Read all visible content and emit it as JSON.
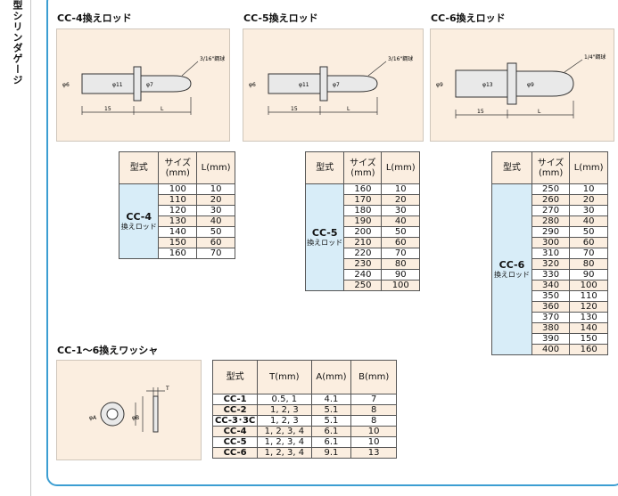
{
  "sidebar": {
    "text": "型シリンダゲージ"
  },
  "rods": [
    {
      "heading": "CC-4換えロッド",
      "ball": "3/16\"鋼球",
      "d1": "φ6",
      "d2": "φ11",
      "d3": "φ7",
      "len15": "15",
      "lenL": "L"
    },
    {
      "heading": "CC-5換えロッド",
      "ball": "3/16\"鋼球",
      "d1": "φ6",
      "d2": "φ11",
      "d3": "φ7",
      "len15": "15",
      "lenL": "L"
    },
    {
      "heading": "CC-6換えロッド",
      "ball": "1/4\"鋼球",
      "d1": "φ9",
      "d2": "φ13",
      "d3": "φ9",
      "len15": "15",
      "lenL": "L"
    }
  ],
  "table_headers": {
    "model": "型式",
    "size": "サイズ (mm)",
    "l": "L(mm)"
  },
  "table_cc4": {
    "name": "CC-4",
    "sub": "換えロッド",
    "rows": [
      [
        "100",
        "10"
      ],
      [
        "110",
        "20"
      ],
      [
        "120",
        "30"
      ],
      [
        "130",
        "40"
      ],
      [
        "140",
        "50"
      ],
      [
        "150",
        "60"
      ],
      [
        "160",
        "70"
      ]
    ]
  },
  "table_cc5": {
    "name": "CC-5",
    "sub": "換えロッド",
    "rows": [
      [
        "160",
        "10"
      ],
      [
        "170",
        "20"
      ],
      [
        "180",
        "30"
      ],
      [
        "190",
        "40"
      ],
      [
        "200",
        "50"
      ],
      [
        "210",
        "60"
      ],
      [
        "220",
        "70"
      ],
      [
        "230",
        "80"
      ],
      [
        "240",
        "90"
      ],
      [
        "250",
        "100"
      ]
    ]
  },
  "table_cc6": {
    "name": "CC-6",
    "sub": "換えロッド",
    "rows": [
      [
        "250",
        "10"
      ],
      [
        "260",
        "20"
      ],
      [
        "270",
        "30"
      ],
      [
        "280",
        "40"
      ],
      [
        "290",
        "50"
      ],
      [
        "300",
        "60"
      ],
      [
        "310",
        "70"
      ],
      [
        "320",
        "80"
      ],
      [
        "330",
        "90"
      ],
      [
        "340",
        "100"
      ],
      [
        "350",
        "110"
      ],
      [
        "360",
        "120"
      ],
      [
        "370",
        "130"
      ],
      [
        "380",
        "140"
      ],
      [
        "390",
        "150"
      ],
      [
        "400",
        "160"
      ]
    ]
  },
  "washer": {
    "heading": "CC-1～6換えワッシャ",
    "labels": {
      "t": "T",
      "a": "φA",
      "b": "φB"
    },
    "headers": [
      "型式",
      "T(mm)",
      "A(mm)",
      "B(mm)"
    ],
    "rows": [
      [
        "CC-1",
        "0.5, 1",
        "4.1",
        "7"
      ],
      [
        "CC-2",
        "1, 2, 3",
        "5.1",
        "8"
      ],
      [
        "CC-3･3C",
        "1, 2, 3",
        "5.1",
        "8"
      ],
      [
        "CC-4",
        "1, 2, 3, 4",
        "6.1",
        "10"
      ],
      [
        "CC-5",
        "1, 2, 3, 4",
        "6.1",
        "10"
      ],
      [
        "CC-6",
        "1, 2, 3, 4",
        "9.1",
        "13"
      ]
    ]
  }
}
